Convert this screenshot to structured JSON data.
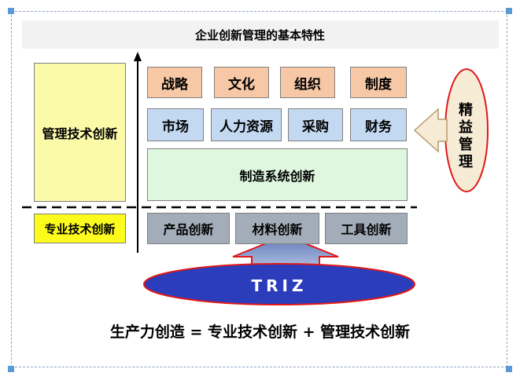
{
  "title": "企业创新管理的基本特性",
  "left": {
    "management_innovation": "管理技术创新",
    "professional_innovation": "专业技术创新"
  },
  "row1": [
    "战略",
    "文化",
    "组织",
    "制度"
  ],
  "row2": [
    "市场",
    "人力资源",
    "采购",
    "财务"
  ],
  "manufacturing": "制造系统创新",
  "row3": [
    "产品创新",
    "材料创新",
    "工具创新"
  ],
  "triz": "TRIZ",
  "lean_management": [
    "精",
    "益",
    "管",
    "理"
  ],
  "formula": "生产力创造 = 专业技术创新 + 管理技术创新",
  "colors": {
    "orange": "#f6c8a6",
    "blue": "#c3d9f2",
    "green": "#dff7df",
    "gray": "#a3adb9",
    "pale_yellow": "#fbfaa9",
    "yellow": "#fcfb1d",
    "triz_fill": "#2b3dbb",
    "triz_outline": "#e01818",
    "lean_fill": "#f6ebd5",
    "lean_outline": "#e01818"
  }
}
